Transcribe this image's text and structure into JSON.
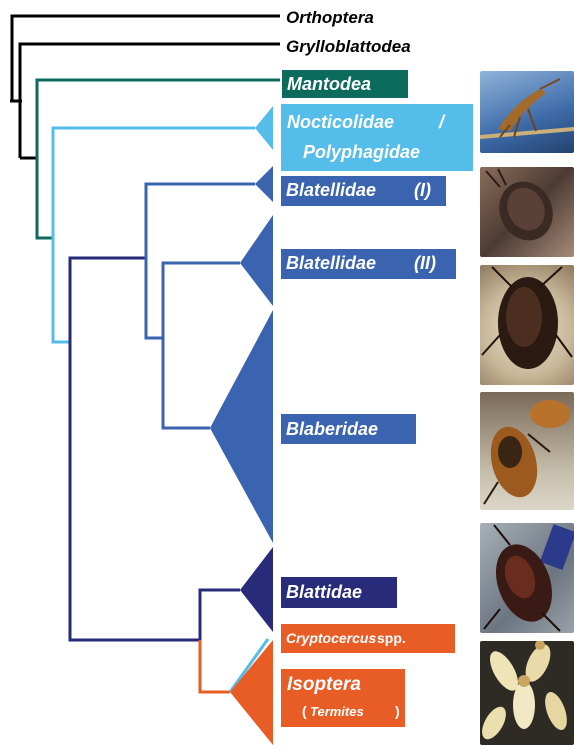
{
  "taxa": {
    "orthoptera": "Orthoptera",
    "grylloblattodea": "Grylloblattodea",
    "mantodea": "Mantodea",
    "nocticolidae": "Nocticolidae",
    "slash": "/",
    "polyphagidae": "Polyphagidae",
    "blatellidae_1": "Blatellidae",
    "blatellidae_1_tag": "(I)",
    "blatellidae_2": "Blatellidae",
    "blatellidae_2_tag": "(II)",
    "blaberidae": "Blaberidae",
    "blattidae": "Blattidae",
    "cryptocercus_genus": "Cryptocercus",
    "cryptocercus_suffix": " spp.",
    "isoptera": "Isoptera",
    "termites_open": "(",
    "termites": "Termites",
    "termites_close": ")"
  },
  "colors": {
    "outgroup": "#000000",
    "mantodea": "#0d6b5e",
    "nocticolidae": "#55bde9",
    "blattodea_stem": "#262a78",
    "blatellidae": "#3a63b0",
    "blattidae": "#272b7a",
    "cryptocercus": "#e85c26",
    "isoptera": "#e85c26",
    "text_dark": "#000000",
    "text_light": "#ffffff"
  },
  "photos": [
    {
      "name": "mantid-photo"
    },
    {
      "name": "blatellid-photo"
    },
    {
      "name": "blaberid-photo-1"
    },
    {
      "name": "blaberid-photo-2"
    },
    {
      "name": "blattid-photo"
    },
    {
      "name": "termite-photo"
    }
  ]
}
